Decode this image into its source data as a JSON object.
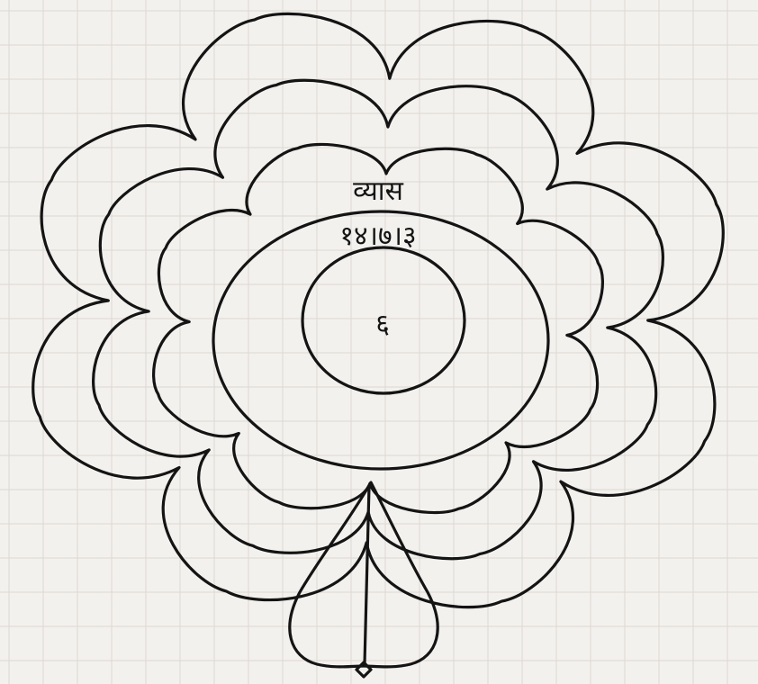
{
  "diagram": {
    "center_label": "व्यास",
    "diameter_value": "१४।७।३",
    "inner_label": "६"
  },
  "colors": {
    "paper": "#f3f1ee",
    "grid": "#dcd8d3",
    "ink": "#141414"
  }
}
